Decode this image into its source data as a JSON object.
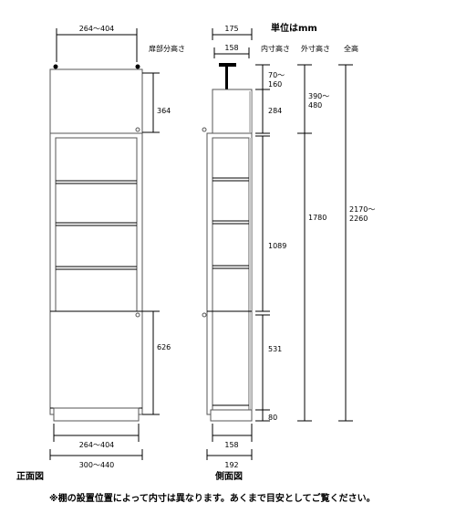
{
  "unit_label": "単位はmm",
  "column_headers": {
    "door_height": "扉部分高さ",
    "inner_height": "内寸高さ",
    "outer_height": "外寸高さ",
    "total_height": "全高"
  },
  "front_view": {
    "label": "正面図",
    "top_inner_width": "264～404",
    "door_top_height": "364",
    "door_bottom_height": "626",
    "bottom_inner_width": "264～404",
    "outer_width": "300～440"
  },
  "side_view": {
    "label": "側面図",
    "top_depth": "175",
    "inner_depth_top": "158",
    "bottom_inner_depth": "158",
    "outer_depth": "192"
  },
  "inner_heights": {
    "ceiling_gap": "70～\n160",
    "top_compartment": "284",
    "shelf_area": "1089",
    "bottom_compartment": "531",
    "plinth": "80"
  },
  "outer_heights": {
    "top_unit": "390～\n480",
    "main_unit": "1780"
  },
  "total_height": "2170～\n2260",
  "footnote": "※棚の設置位置によって内寸は異なります。あくまで目安としてご覧ください。"
}
